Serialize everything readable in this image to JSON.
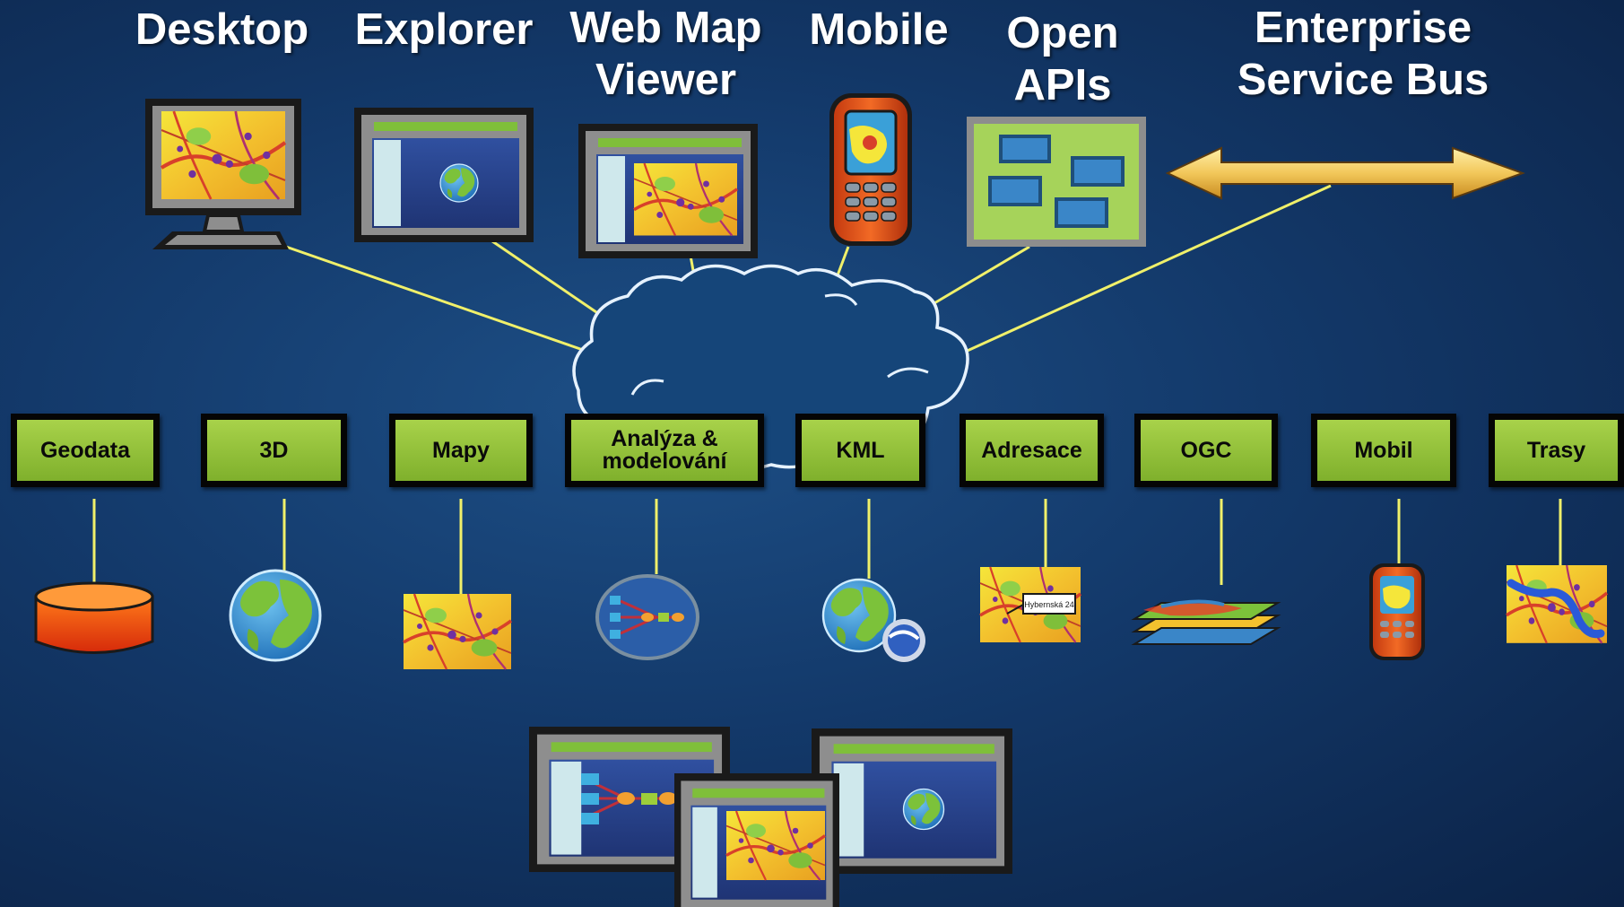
{
  "clients": [
    {
      "id": "desktop",
      "label": "Desktop"
    },
    {
      "id": "explorer",
      "label": "Explorer"
    },
    {
      "id": "webmap",
      "label": "Web Map\nViewer"
    },
    {
      "id": "mobile",
      "label": "Mobile"
    },
    {
      "id": "openapis",
      "label": "Open\nAPIs"
    },
    {
      "id": "esb",
      "label": "Enterprise\nService Bus"
    }
  ],
  "services": [
    {
      "id": "geodata",
      "label": "Geodata",
      "icon": "database-icon"
    },
    {
      "id": "3d",
      "label": "3D",
      "icon": "globe-icon"
    },
    {
      "id": "mapy",
      "label": "Mapy",
      "icon": "map-icon"
    },
    {
      "id": "analyza",
      "label": "Analýza &\nmodelování",
      "icon": "model-icon"
    },
    {
      "id": "kml",
      "label": "KML",
      "icon": "globe-kml-icon"
    },
    {
      "id": "adresace",
      "label": "Adresace",
      "icon": "address-map-icon"
    },
    {
      "id": "ogc",
      "label": "OGC",
      "icon": "layers-icon"
    },
    {
      "id": "mobil",
      "label": "Mobil",
      "icon": "phone-icon"
    },
    {
      "id": "trasy",
      "label": "Trasy",
      "icon": "route-map-icon"
    }
  ],
  "address_tag": "Hybernská 24",
  "colors": {
    "background": "#13396a",
    "service_box": "#8fc23a",
    "connector": "#f0f06a",
    "arrow": "#f2c75a",
    "cloud_outline": "#e6f2ff"
  }
}
